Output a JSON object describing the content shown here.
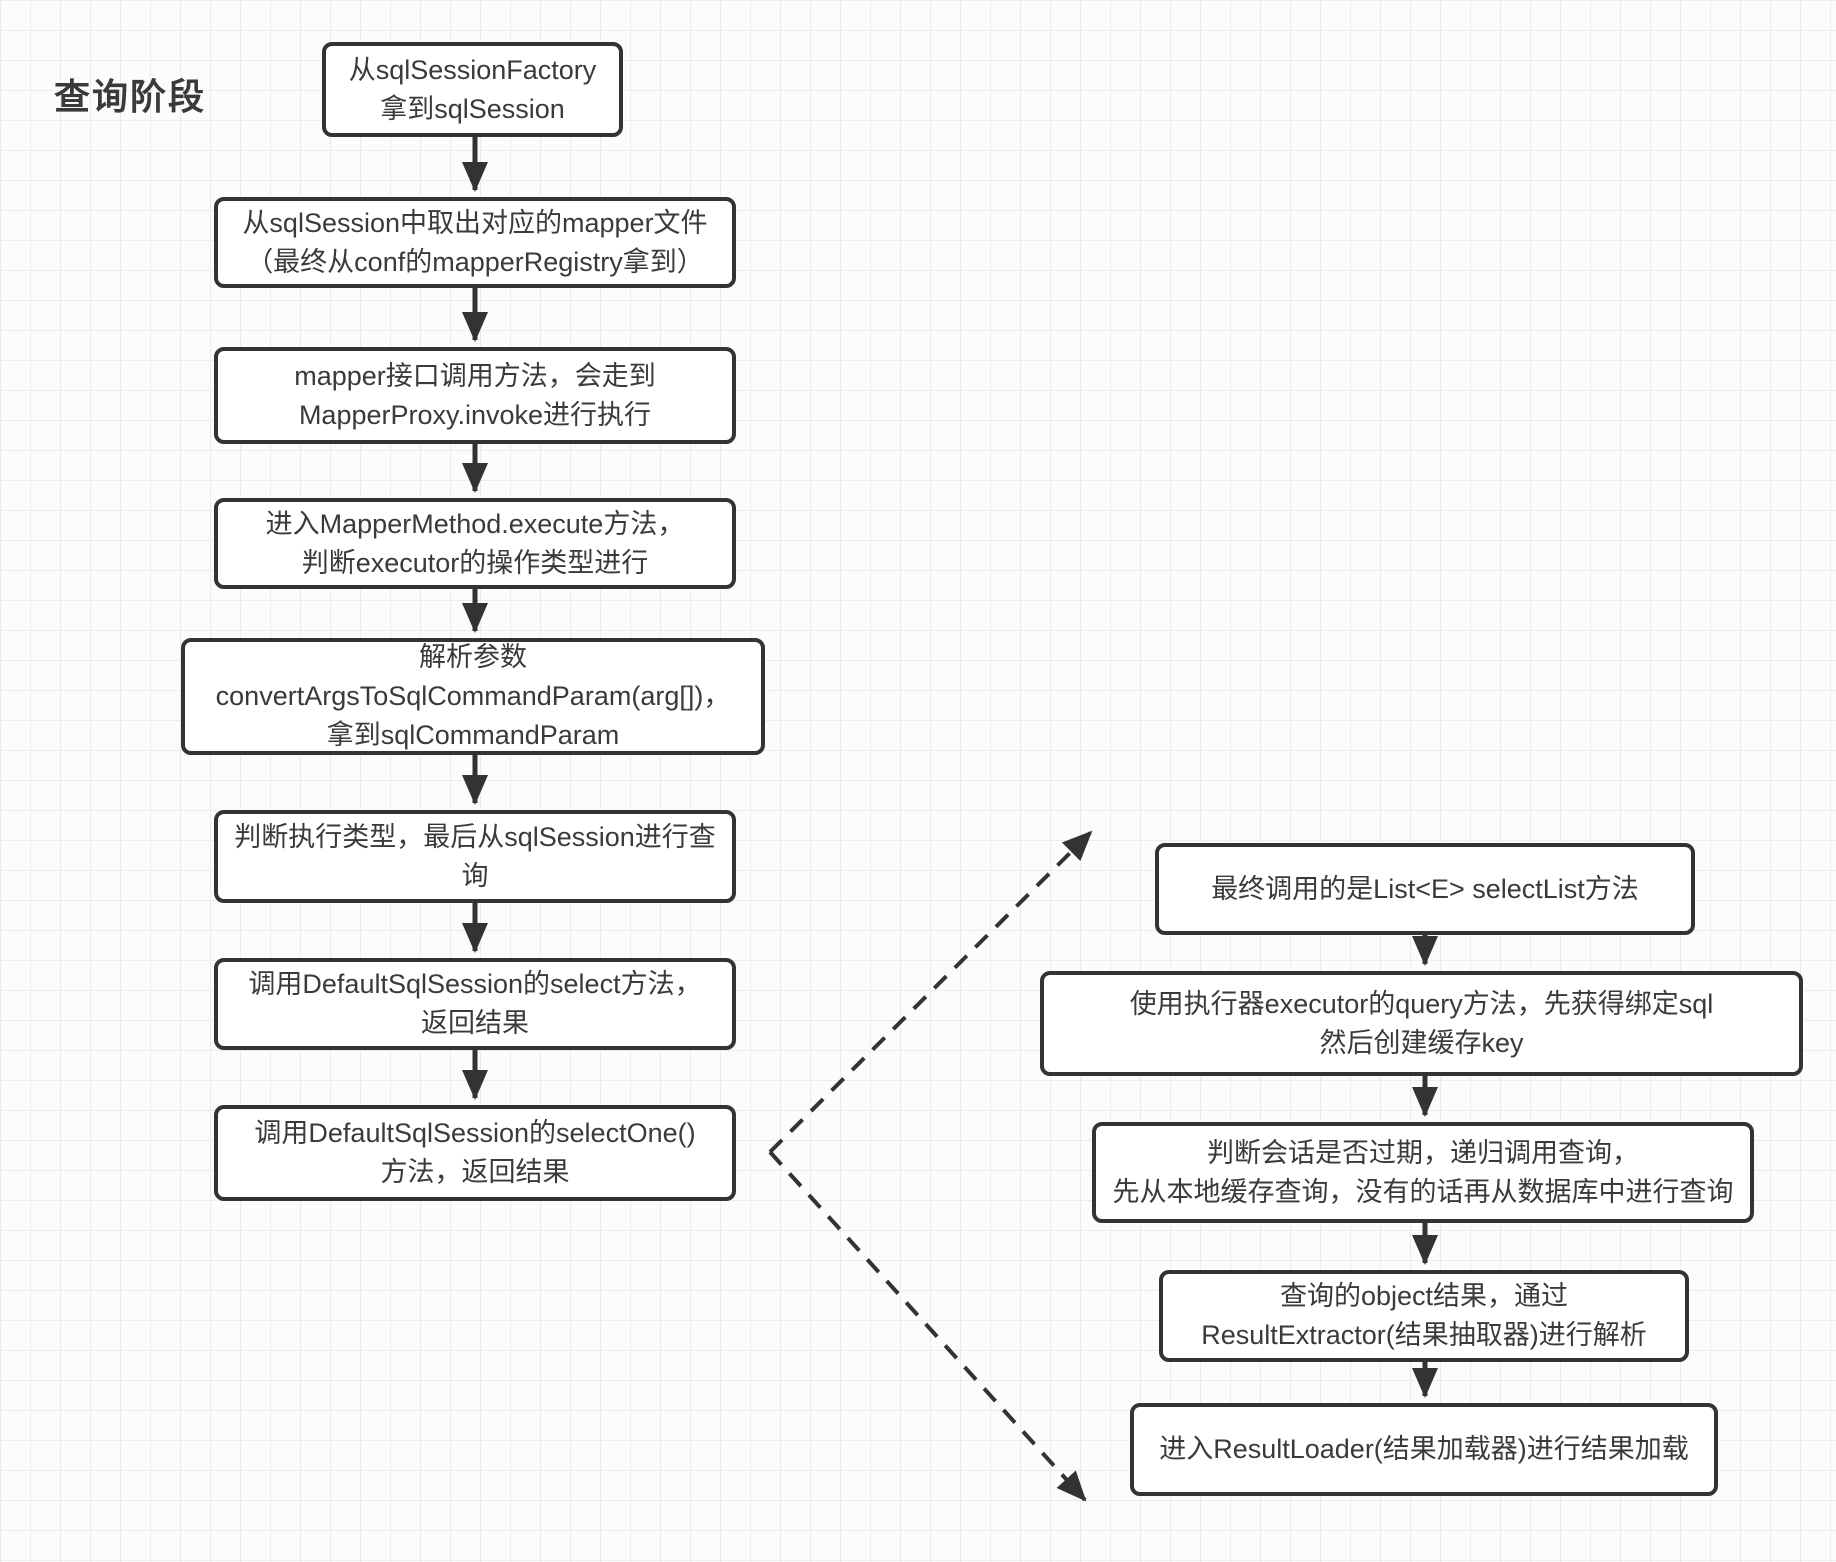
{
  "title": "查询阶段",
  "style": {
    "border_color": "#333333",
    "text_color": "#3a3a3a",
    "background_color": "#fcfcfc",
    "grid_line_color": "#ececec"
  },
  "flow": {
    "left_nodes": [
      {
        "id": "get-sqlsession",
        "lines": [
          "从sqlSessionFactory",
          "拿到sqlSession"
        ]
      },
      {
        "id": "get-mapper",
        "lines": [
          "从sqlSession中取出对应的mapper文件",
          "（最终从conf的mapperRegistry拿到）"
        ]
      },
      {
        "id": "mapper-proxy-invoke",
        "lines": [
          "mapper接口调用方法，会走到",
          "MapperProxy.invoke进行执行"
        ]
      },
      {
        "id": "mapper-method-execute",
        "lines": [
          "进入MapperMethod.execute方法，",
          "判断executor的操作类型进行"
        ]
      },
      {
        "id": "parse-params",
        "lines": [
          "解析参数",
          "convertArgsToSqlCommandParam(arg[])，",
          "拿到sqlCommandParam"
        ]
      },
      {
        "id": "judge-exec-type",
        "lines": [
          "判断执行类型，最后从sqlSession进行查",
          "询"
        ]
      },
      {
        "id": "default-select",
        "lines": [
          "调用DefaultSqlSession的select方法，",
          "返回结果"
        ]
      },
      {
        "id": "default-selectone",
        "lines": [
          "调用DefaultSqlSession的selectOne()",
          "方法，返回结果"
        ]
      }
    ],
    "right_nodes": [
      {
        "id": "selectlist",
        "lines": [
          "最终调用的是List<E> selectList方法"
        ]
      },
      {
        "id": "executor-query",
        "lines": [
          "使用执行器executor的query方法，先获得绑定sql",
          "然后创建缓存key"
        ]
      },
      {
        "id": "session-cache-check",
        "lines": [
          "判断会话是否过期，递归调用查询，",
          "先从本地缓存查询，没有的话再从数据库中进行查询"
        ]
      },
      {
        "id": "result-extractor",
        "lines": [
          "查询的object结果，通过",
          "ResultExtractor(结果抽取器)进行解析"
        ]
      },
      {
        "id": "result-loader",
        "lines": [
          "进入ResultLoader(结果加载器)进行结果加载"
        ]
      }
    ]
  }
}
